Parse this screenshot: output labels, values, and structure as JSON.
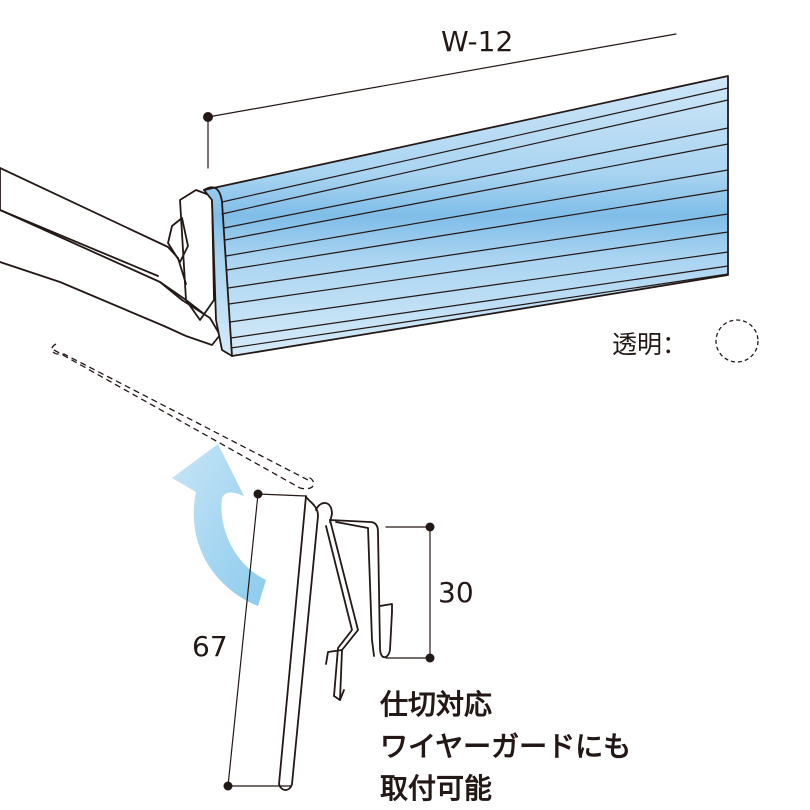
{
  "dimensions": {
    "width_label": "W-12",
    "height_label": "67",
    "depth_label": "30"
  },
  "color_option": {
    "label": "透明：",
    "swatch_color": "#ffffff"
  },
  "note_lines": [
    "仕切対応",
    "ワイヤーガードにも",
    "取付可能"
  ],
  "colors": {
    "ink": "#231815",
    "clear_blue": "#b9dcf3",
    "clear_blue_dark": "#7fbde8",
    "arrow_blue": "#8ccbed"
  }
}
